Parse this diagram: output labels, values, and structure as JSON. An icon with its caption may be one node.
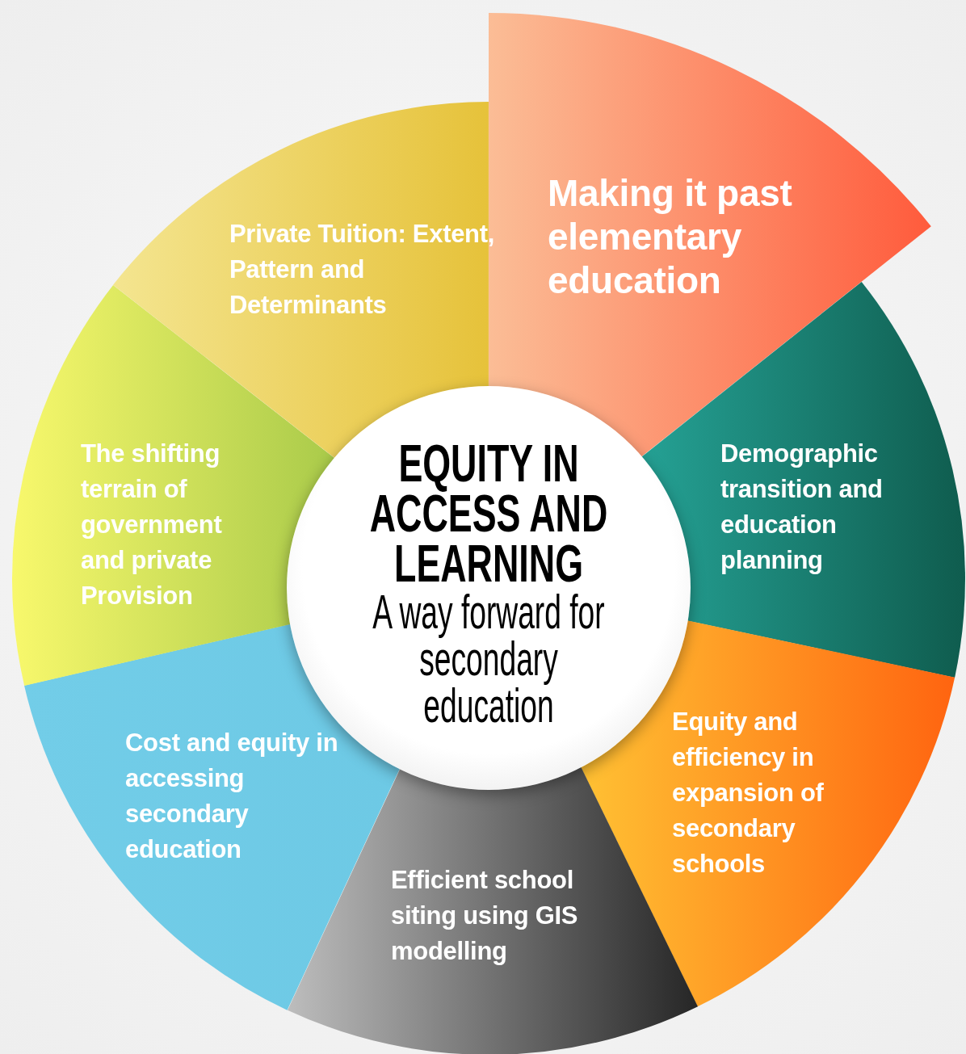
{
  "diagram": {
    "nodes": [
      {
        "text": [
          "EQUITY IN ACCESS AND LEARNING",
          "A way forward for secondary education"
        ]
      },
      {
        "text": [
          "Making it past elementary education"
        ]
      },
      {
        "text": [
          "Demographic transition and education planning"
        ]
      },
      {
        "text": [
          "Equity and efficiency in expansion of secondary schools"
        ]
      },
      {
        "text": [
          "Efficient school siting using GIS modelling"
        ]
      },
      {
        "text": [
          "Cost and equity in accessing secondary education"
        ]
      },
      {
        "text": [
          "The shifting terrain of government and private Provision"
        ]
      },
      {
        "text": [
          "Private Tuition: Extent, Pattern and Determinants"
        ]
      }
    ]
  }
}
